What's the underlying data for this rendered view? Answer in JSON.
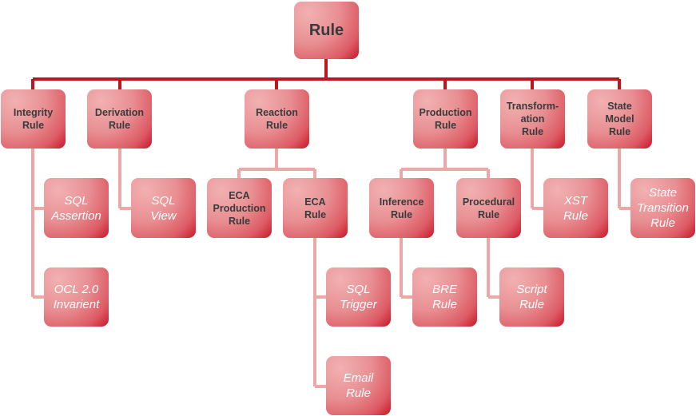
{
  "diagram": {
    "root": {
      "label": "Rule"
    },
    "categories": [
      {
        "id": "integrity",
        "label": "Integrity\nRule"
      },
      {
        "id": "derivation",
        "label": "Derivation\nRule"
      },
      {
        "id": "reaction",
        "label": "Reaction\nRule"
      },
      {
        "id": "production",
        "label": "Production\nRule"
      },
      {
        "id": "transformation",
        "label": "Transform-\nation\nRule"
      },
      {
        "id": "state-model",
        "label": "State\nModel\nRule"
      }
    ],
    "subcategories": [
      {
        "id": "eca-production",
        "label": "ECA\nProduction\nRule"
      },
      {
        "id": "eca",
        "label": "ECA\nRule"
      },
      {
        "id": "inference",
        "label": "Inference\nRule"
      },
      {
        "id": "procedural",
        "label": "Procedural\nRule"
      }
    ],
    "examples": [
      {
        "id": "sql-assertion",
        "label": "SQL\nAssertion"
      },
      {
        "id": "ocl-invariant",
        "label": "OCL 2.0\nInvarient"
      },
      {
        "id": "sql-view",
        "label": "SQL\nView"
      },
      {
        "id": "sql-trigger",
        "label": "SQL\nTrigger"
      },
      {
        "id": "email-rule",
        "label": "Email\nRule"
      },
      {
        "id": "bre-rule",
        "label": "BRE\nRule"
      },
      {
        "id": "script-rule",
        "label": "Script\nRule"
      },
      {
        "id": "xst-rule",
        "label": "XST\nRule"
      },
      {
        "id": "state-transition",
        "label": "State\nTransition\nRule"
      }
    ],
    "colors": {
      "main_connector": "#c0141f",
      "sub_connector": "#eca7a7",
      "box_light": "#f2b1b1",
      "box_dark": "#c8172a"
    }
  }
}
